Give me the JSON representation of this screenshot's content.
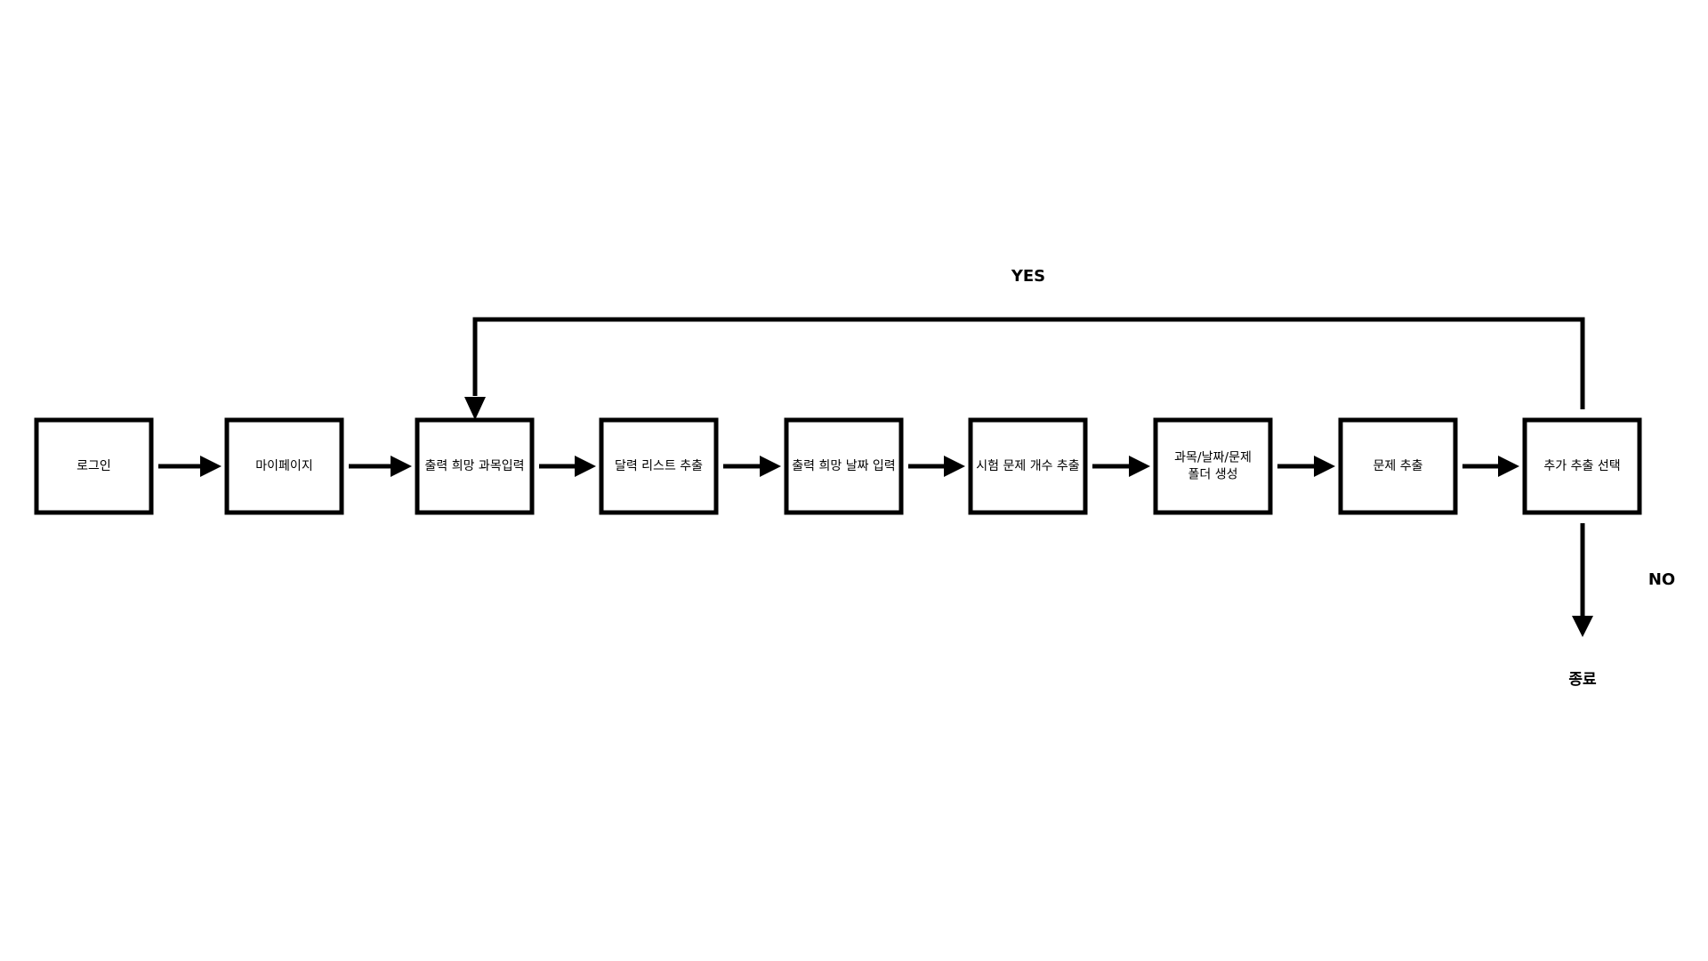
{
  "steps": [
    {
      "label": [
        "로그인"
      ]
    },
    {
      "label": [
        "마이페이지"
      ]
    },
    {
      "label": [
        "출력 희망 과목입력"
      ]
    },
    {
      "label": [
        "달력 리스트 추출"
      ]
    },
    {
      "label": [
        "출력 희망 날짜 입력"
      ]
    },
    {
      "label": [
        "시험 문제 개수 추출"
      ]
    },
    {
      "label": [
        "과목/날짜/문제",
        "폴더 생성"
      ]
    },
    {
      "label": [
        "문제 추출"
      ]
    },
    {
      "label": [
        "추가 추출 선택"
      ]
    }
  ],
  "loop": {
    "yes_label": "YES",
    "no_label": "NO",
    "end_label": "종료"
  }
}
